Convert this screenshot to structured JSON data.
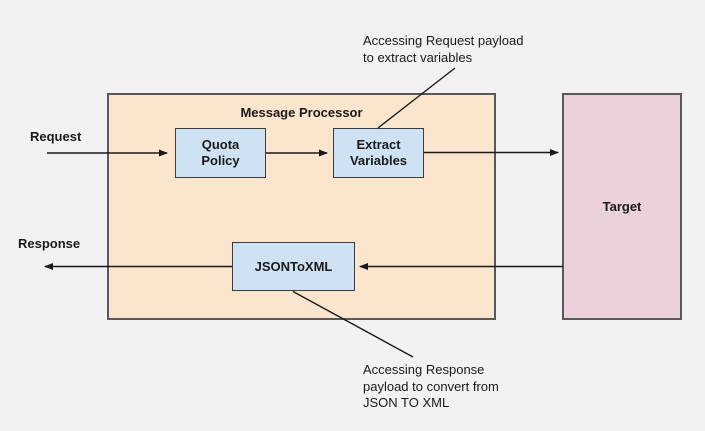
{
  "diagram": {
    "title": "Message Processor",
    "labels": {
      "request": "Request",
      "response": "Response"
    },
    "nodes": {
      "quota_policy": "Quota\nPolicy",
      "extract_variables": "Extract\nVariables",
      "json_to_xml": "JSONToXML",
      "target": "Target"
    },
    "annotations": {
      "top": "Accessing Request payload\nto extract variables",
      "bottom": "Accessing Response\npayload to convert from\nJSON TO XML"
    }
  },
  "colors": {
    "background": "#f2f2f2",
    "processor_fill": "#fce5cd",
    "processor_border": "#595959",
    "node_fill": "#cfe2f3",
    "node_border": "#3c3c3c",
    "target_fill": "#ead1dc",
    "target_border": "#595959",
    "line": "#1a1a1a",
    "text": "#1a1a1a"
  }
}
